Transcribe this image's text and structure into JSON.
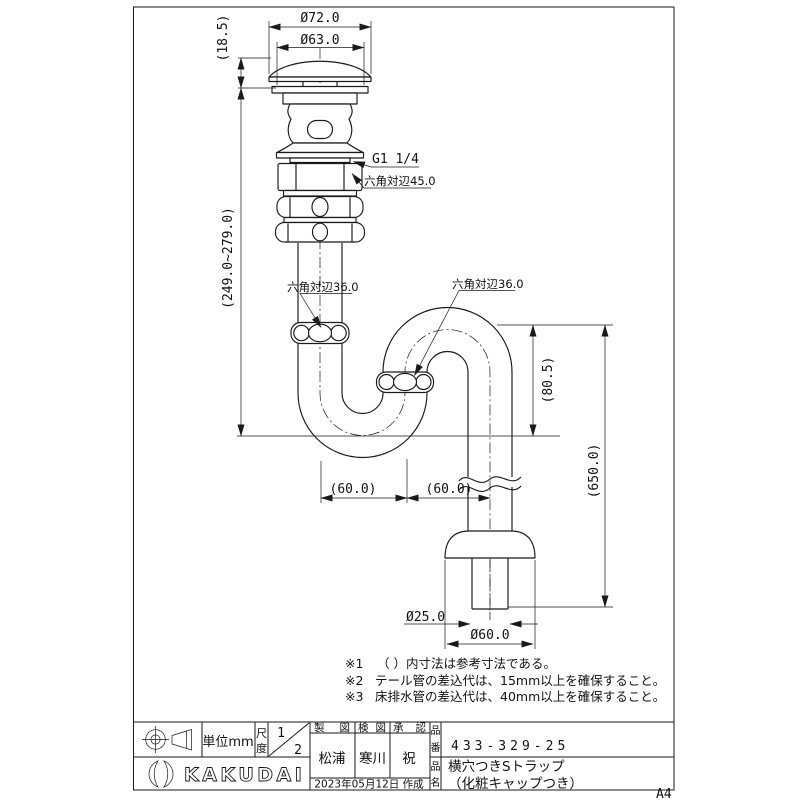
{
  "colors": {
    "line": "#1a1a1a",
    "background": "#ffffff"
  },
  "drawing": {
    "dimensions": {
      "cap_outer_dia": "Ø72.0",
      "cap_top_dia": "Ø63.0",
      "cap_height": "(18.5)",
      "inlet_height_range": "(249.0~279.0)",
      "thread": "G1 1/4",
      "hex45": "六角対辺45.0",
      "hex36_left": "六角対辺36.0",
      "hex36_right": "六角対辺36.0",
      "trap_height": "(80.5)",
      "total_height": "(650.0)",
      "offset_left": "(60.0)",
      "offset_right": "(60.0)",
      "outlet_pipe_dia": "Ø25.0",
      "flange_dia": "Ø60.0"
    },
    "notes": [
      {
        "m": "※1",
        "t": "（ ）内寸法は参考寸法である。"
      },
      {
        "m": "※2",
        "t": "テール管の差込代は、15mm以上を確保すること。"
      },
      {
        "m": "※3",
        "t": "床排水管の差込代は、40mm以上を確保すること。"
      }
    ]
  },
  "title_block": {
    "unit_label": "単位mm",
    "scale_label_chars": [
      "尺",
      "度"
    ],
    "scale_num": "1",
    "scale_den": "2",
    "brand": "KAKUDAI",
    "drafted_label": "製図",
    "checked_label": "検図",
    "approved_label": "承認",
    "drafted_by": "松浦",
    "checked_by": "寒川",
    "approved_by": "祝",
    "date": "2023年05月12日 作成",
    "part_no_label_chars": [
      "品",
      "番"
    ],
    "part_no": "433-329-25",
    "part_name_label_chars": [
      "品",
      "名"
    ],
    "part_name_line1": "横穴つきSトラップ",
    "part_name_line2": "（化粧キャップつき）",
    "paper_size": "A4"
  }
}
